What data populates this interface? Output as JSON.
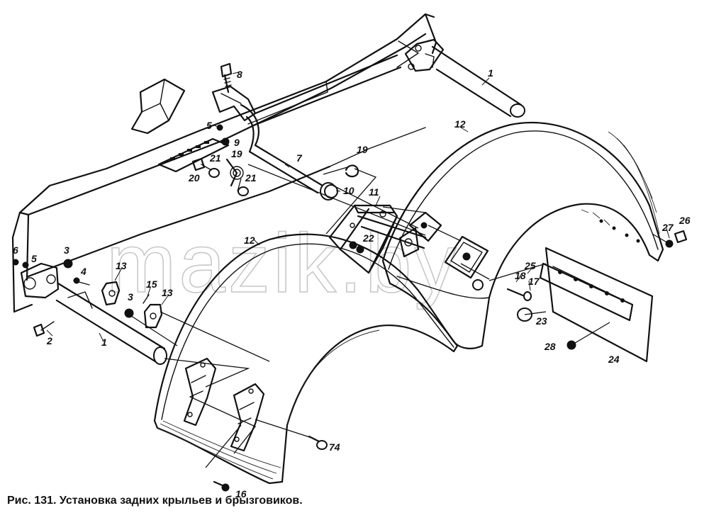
{
  "caption": "Рис. 131. Установка задних крыльев и брызговиков.",
  "watermark": "mazik.by",
  "callouts": [
    "1",
    "1",
    "2",
    "3",
    "3",
    "4",
    "5",
    "5",
    "6",
    "7",
    "8",
    "9",
    "10",
    "11",
    "12",
    "12",
    "13",
    "13",
    "15",
    "16",
    "17",
    "18",
    "19",
    "19",
    "20",
    "21",
    "21",
    "22",
    "23",
    "24",
    "25",
    "26",
    "27",
    "28",
    "74"
  ]
}
